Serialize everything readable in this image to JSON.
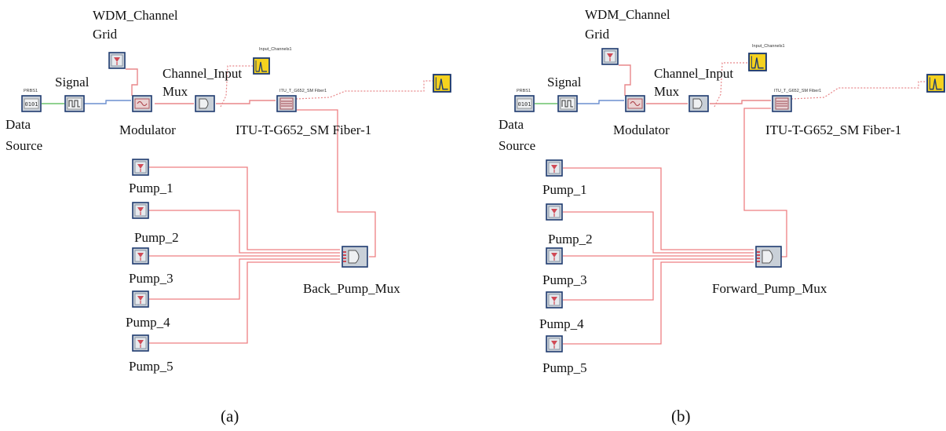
{
  "colors": {
    "optical_link": "#e8878a",
    "pump_link": "#ee7f82",
    "electrical_link": "#6b8fcf",
    "binary_link": "#6cc36c",
    "component_body": "#c9d0d8",
    "component_border": "#1f3b70",
    "visualizer_fill": "#f5d21e"
  },
  "panels": [
    {
      "caption": "(a)",
      "labels": {
        "wdm_line1": "WDM_Channel",
        "wdm_line2": "Grid",
        "signal": "Signal",
        "data_line1": "Data",
        "data_line2": "Source",
        "modulator": "Modulator",
        "channel_input_line1": "Channel_Input",
        "channel_input_line2": "Mux",
        "fiber": "ITU-T-G652_SM Fiber-1",
        "pump_mux": "Back_Pump_Mux",
        "pumps": [
          "Pump_1",
          "Pump_2",
          "Pump_3",
          "Pump_4",
          "Pump_5"
        ]
      },
      "small_labels": {
        "prbs": "PRBS1",
        "input_channels": "Input_Channels1",
        "fiber_small": "ITU_T_G652_SM Fiber1"
      },
      "icons": {
        "data_source": "prbs-generator-icon",
        "signal": "pulse-generator-icon",
        "wdm_grid": "laser-source-icon",
        "modulator": "modulator-icon",
        "mux": "multiplexer-icon",
        "fiber": "fiber-spool-icon",
        "visualizer": "spectrum-analyzer-icon",
        "pump": "pump-laser-icon"
      }
    },
    {
      "caption": "(b)",
      "labels": {
        "wdm_line1": "WDM_Channel",
        "wdm_line2": "Grid",
        "signal": "Signal",
        "data_line1": "Data",
        "data_line2": "Source",
        "modulator": "Modulator",
        "channel_input_line1": "Channel_Input",
        "channel_input_line2": "Mux",
        "fiber": "ITU-T-G652_SM Fiber-1",
        "pump_mux": "Forward_Pump_Mux",
        "pumps": [
          "Pump_1",
          "Pump_2",
          "Pump_3",
          "Pump_4",
          "Pump_5"
        ]
      },
      "small_labels": {
        "prbs": "PRBS1",
        "input_channels": "Input_Channels1",
        "fiber_small": "ITU_T_G652_SM Fiber1"
      },
      "icons": {
        "data_source": "prbs-generator-icon",
        "signal": "pulse-generator-icon",
        "wdm_grid": "laser-source-icon",
        "modulator": "modulator-icon",
        "mux": "multiplexer-icon",
        "fiber": "fiber-spool-icon",
        "visualizer": "spectrum-analyzer-icon",
        "pump": "pump-laser-icon"
      }
    }
  ]
}
